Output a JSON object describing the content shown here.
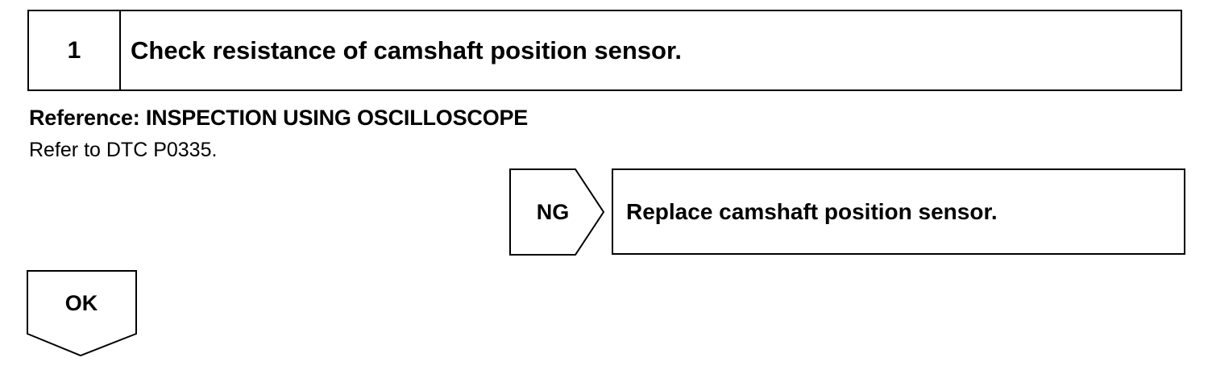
{
  "step": {
    "number": "1",
    "title": "Check resistance of camshaft position sensor."
  },
  "reference": {
    "heading": "Reference: INSPECTION USING OSCILLOSCOPE",
    "text": "Refer to DTC P0335."
  },
  "ng_branch": {
    "label": "NG",
    "action": "Replace camshaft position sensor."
  },
  "ok_branch": {
    "label": "OK"
  }
}
